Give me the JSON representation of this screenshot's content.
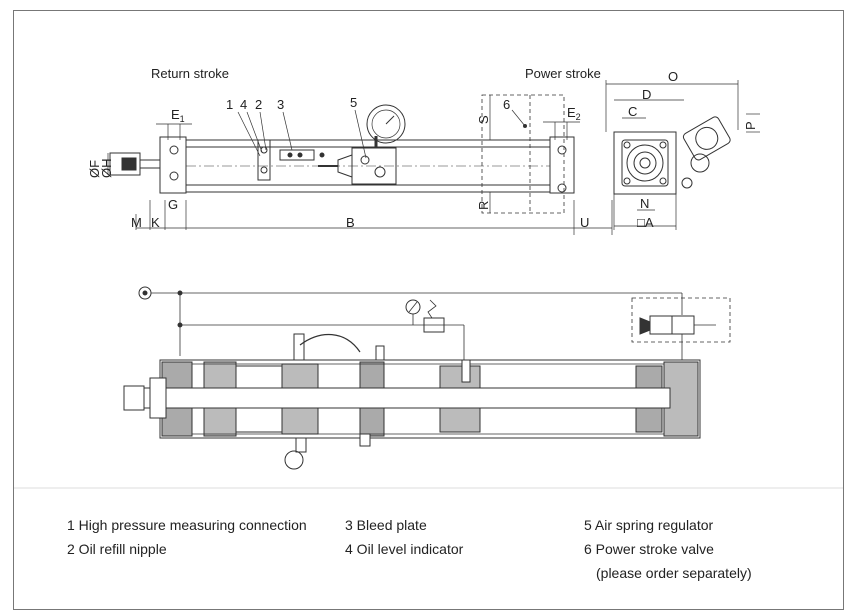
{
  "top_view": {
    "return_stroke": "Return stroke",
    "power_stroke": "Power stroke",
    "callouts": [
      "1",
      "4",
      "2",
      "3",
      "5",
      "6"
    ]
  },
  "dimensions": {
    "E1_letter": "E",
    "E1_sub": "1",
    "E2_letter": "E",
    "E2_sub": "2",
    "F": "ØF",
    "H": "ØH",
    "M": "M",
    "K": "K",
    "G": "G",
    "B": "B",
    "U": "U",
    "S": "S",
    "R": "R",
    "O": "O",
    "D": "D",
    "C": "C",
    "P": "P",
    "N": "N",
    "A": "□A"
  },
  "legend": [
    "1 High pressure measuring connection",
    "2 Oil refill nipple",
    "3 Bleed plate",
    "4 Oil level indicator",
    "5 Air spring regulator",
    "6 Power stroke valve",
    "(please order separately)"
  ]
}
